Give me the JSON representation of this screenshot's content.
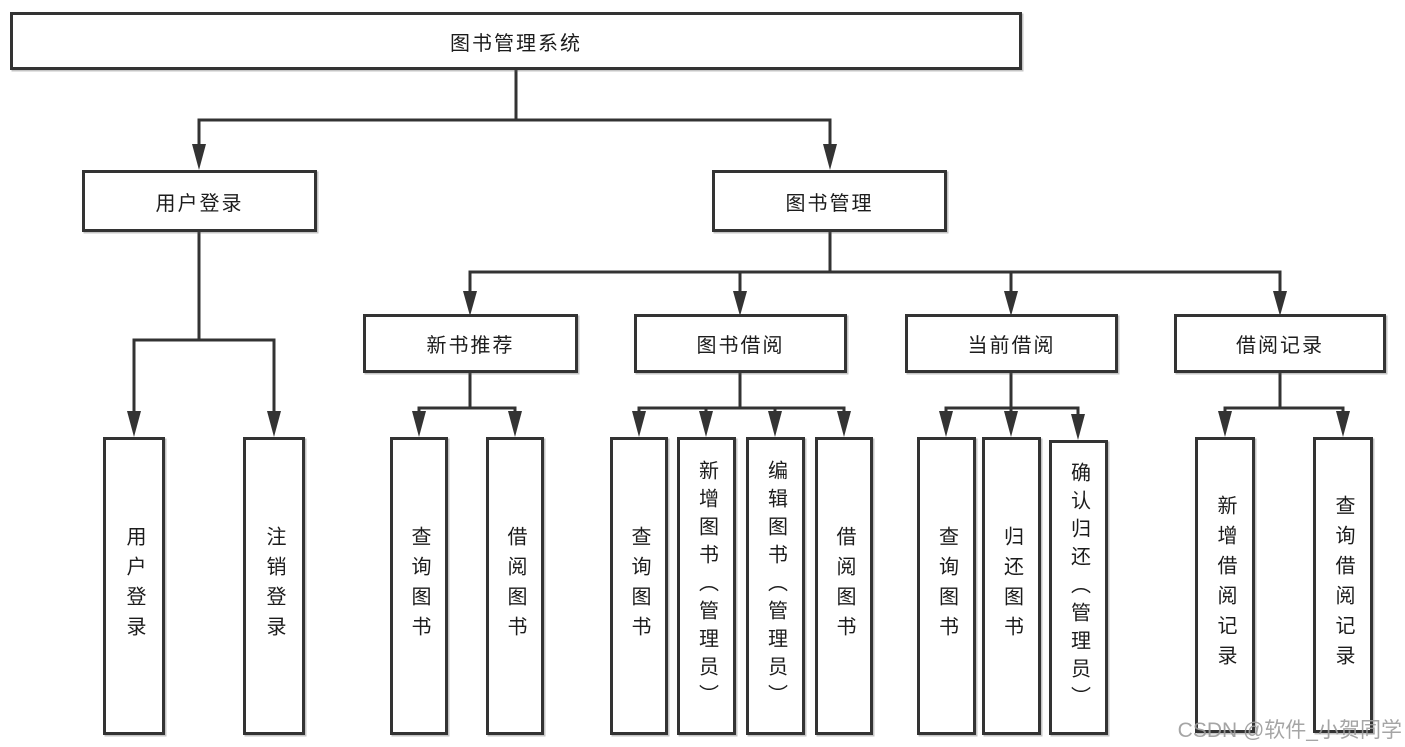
{
  "diagram": {
    "title_node": "图书管理系统",
    "level2": {
      "login": "用户登录",
      "manage": "图书管理"
    },
    "level3": {
      "new_books": "新书推荐",
      "borrow": "图书借阅",
      "current": "当前借阅",
      "records": "借阅记录"
    },
    "leaves": {
      "login": [
        "用户登录",
        "注销登录"
      ],
      "new_books": [
        "查询图书",
        "借阅图书"
      ],
      "borrow": [
        "查询图书",
        "新增图书（管理员）",
        "编辑图书（管理员）",
        "借阅图书"
      ],
      "current": [
        "查询图书",
        "归还图书",
        "确认归还（管理员）"
      ],
      "records": [
        "新增借阅记录",
        "查询借阅记录"
      ]
    },
    "watermark": "CSDN @软件_小贺同学",
    "colors": {
      "line": "#333333",
      "box_border": "#333333",
      "box_fill": "#ffffff",
      "text": "#1c1c1c",
      "watermark": "#9c9c9c"
    }
  }
}
